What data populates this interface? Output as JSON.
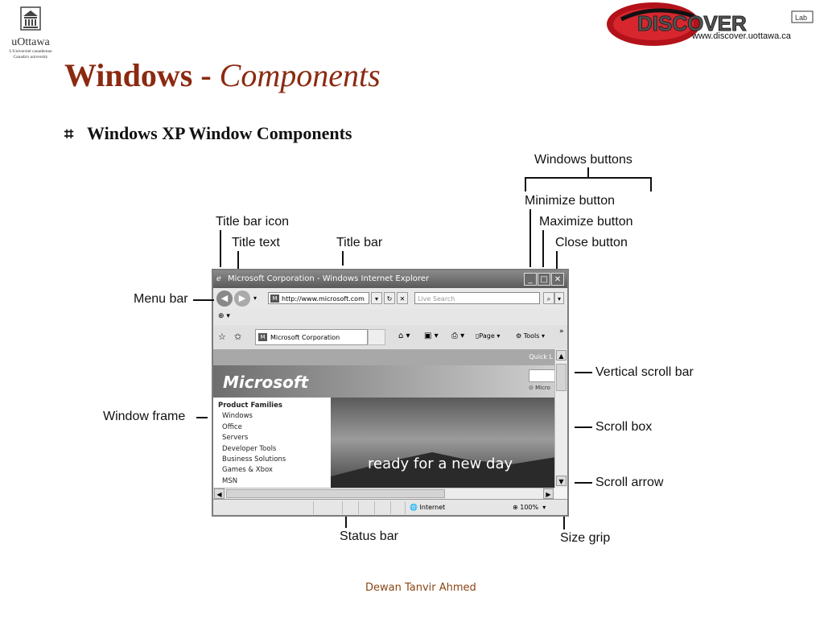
{
  "header": {
    "university_name": "uOttawa",
    "university_sub1": "L'Université canadienne",
    "university_sub2": "Canada's university",
    "lab_name": "DISCOVER",
    "lab_tag": "Lab",
    "lab_url": "www.discover.uottawa.ca"
  },
  "slide": {
    "title_main": "Windows - ",
    "title_italic": "Components",
    "bullet_mark": "⌗",
    "bullet_text": "Windows XP Window Components"
  },
  "browser": {
    "title_text": "Microsoft Corporation - Windows Internet Explorer",
    "address_text": "http://www.microsoft.com",
    "search_placeholder": "Live Search",
    "tab_label": "Microsoft Corporation",
    "page_menu": "Page",
    "tools_menu": "Tools",
    "quick_links": "Quick L",
    "ms_logo": "Microsoft",
    "ms_micro": "⊙ Micro",
    "sidebar_heading": "Product Families",
    "sidebar_items": [
      "Windows",
      "Office",
      "Servers",
      "Developer Tools",
      "Business Solutions",
      "Games & Xbox",
      "MSN"
    ],
    "hero_text": "ready for a new day",
    "status_zone": "Internet",
    "zoom_text": "100%"
  },
  "annotations": {
    "windows_buttons": "Windows buttons",
    "minimize_button": "Minimize button",
    "maximize_button": "Maximize button",
    "close_button": "Close button",
    "title_bar_icon": "Title bar icon",
    "title_text": "Title text",
    "title_bar": "Title bar",
    "menu_bar": "Menu bar",
    "window_frame": "Window frame",
    "vertical_scroll_bar": "Vertical scroll bar",
    "scroll_box": "Scroll box",
    "scroll_arrow": "Scroll arrow",
    "status_bar": "Status bar",
    "size_grip": "Size grip"
  },
  "footer": {
    "author": "Dewan Tanvir Ahmed"
  },
  "colors": {
    "title": "#8b2a10",
    "footer": "#8b4513",
    "lab_red": "#c0141a"
  }
}
